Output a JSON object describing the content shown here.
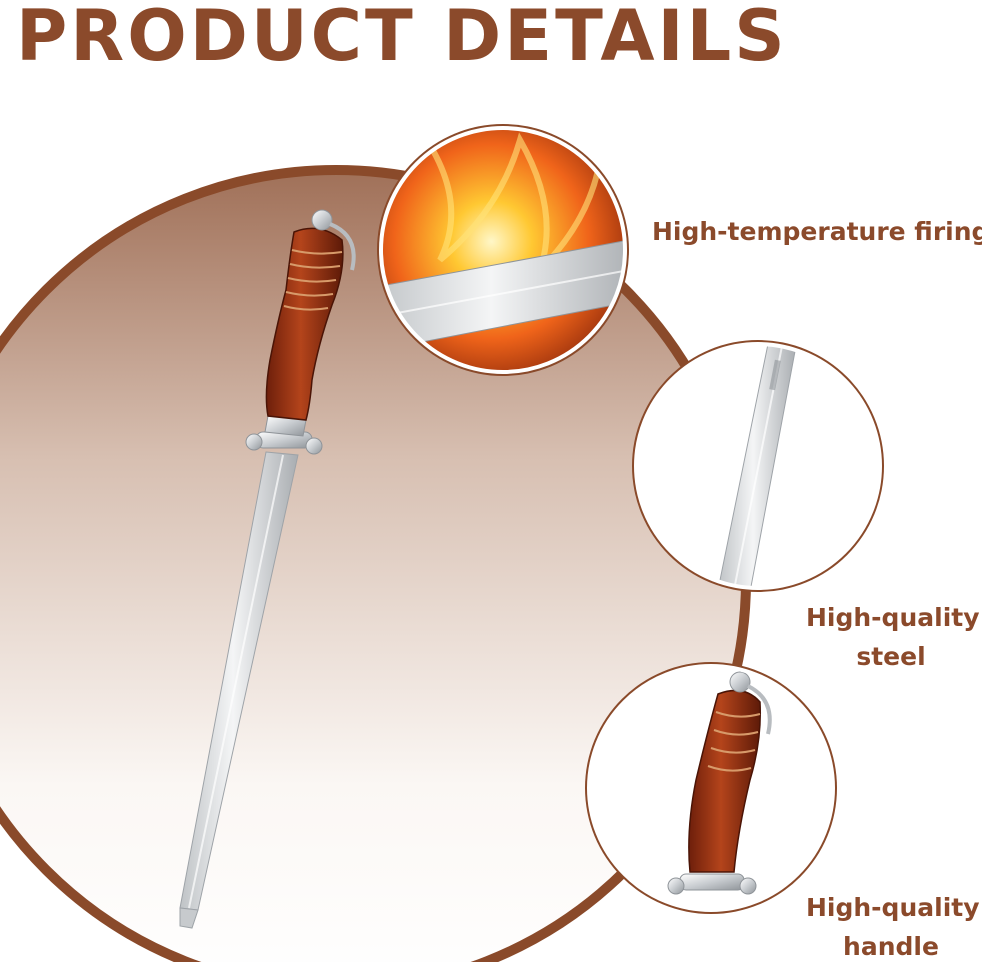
{
  "title": "PRODUCT DETAILS",
  "features": [
    {
      "line1": "High-temperature firing",
      "line2": ""
    },
    {
      "line1": "High-quality",
      "line2": "steel"
    },
    {
      "line1": "High-quality",
      "line2": "handle"
    }
  ],
  "colors": {
    "brand": "#8b4a2b",
    "arc": "#8a4a2a",
    "bg_gradient_top": "#a97e66",
    "bg_gradient_bottom": "#ffffff",
    "wood": "#8e2d12",
    "flame": "#f08a16"
  }
}
